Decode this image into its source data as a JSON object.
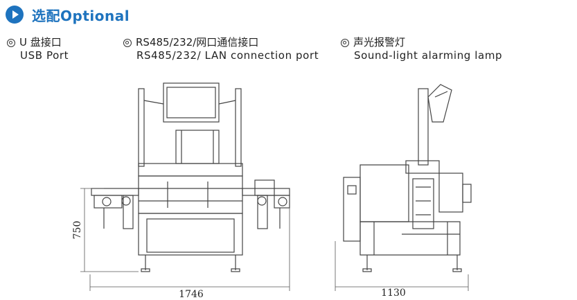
{
  "header": {
    "title": "选配Optional"
  },
  "options": [
    {
      "cn": "U 盘接口",
      "en": "USB Port"
    },
    {
      "cn": "RS485/232/网口通信接口",
      "en": "RS485/232/ LAN connection port"
    },
    {
      "cn": "声光报警灯",
      "en": "Sound-light alarming lamp"
    }
  ],
  "dimensions": {
    "height": "750",
    "width_front": "1746",
    "width_side": "1130"
  },
  "colors": {
    "accent": "#1e73be",
    "line": "#444444"
  }
}
